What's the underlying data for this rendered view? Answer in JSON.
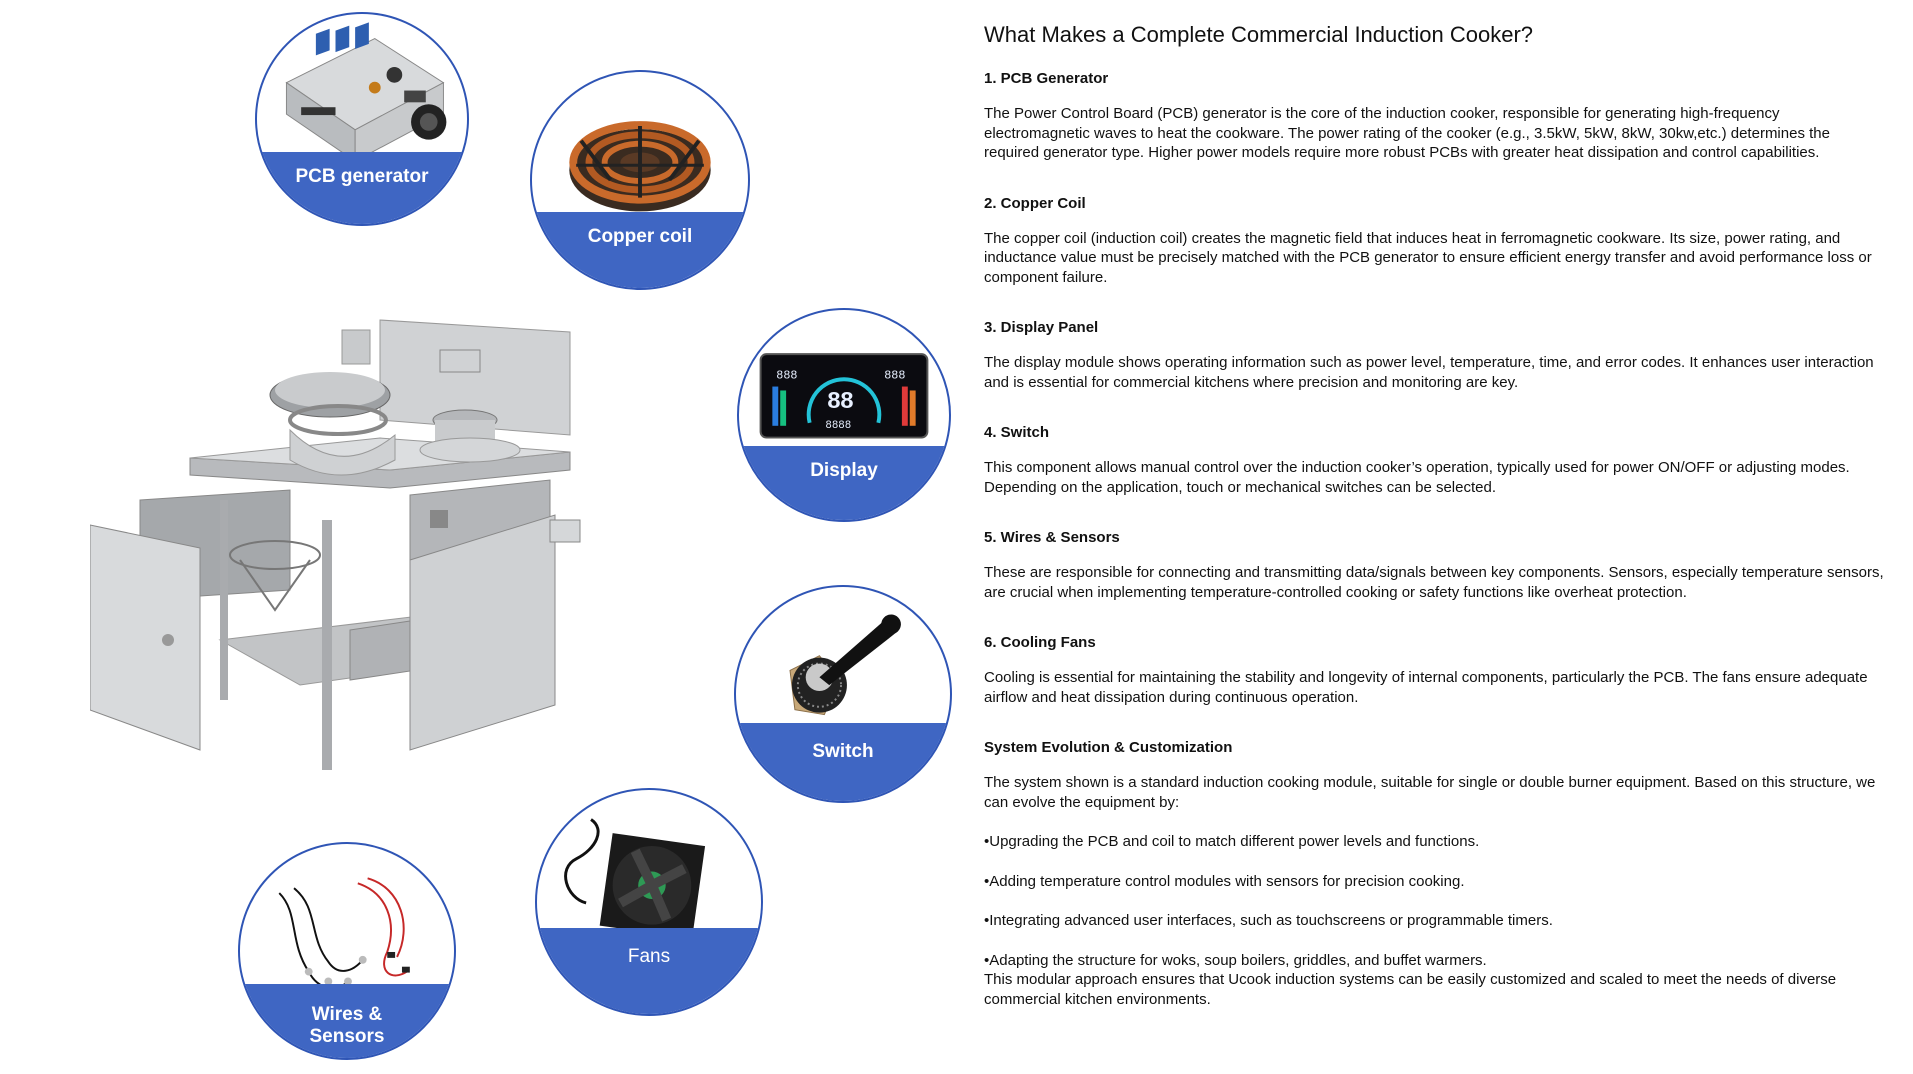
{
  "circles": {
    "pcb": "PCB generator",
    "coil": "Copper coil",
    "display": "Display",
    "switch": "Switch",
    "fans": "Fans",
    "wires_line1": "Wires &",
    "wires_line2": "Sensors"
  },
  "display_panel": {
    "left_readout": "888",
    "right_readout": "888",
    "center_readout": "88",
    "bottom_readout": "8888"
  },
  "title": "What Makes a Complete Commercial Induction Cooker?",
  "sections": [
    {
      "heading": "1. PCB Generator",
      "body": "The Power Control Board (PCB) generator is the core of the induction cooker, responsible for generating high-frequency electromagnetic waves to heat the cookware. The power rating of the cooker (e.g., 3.5kW, 5kW, 8kW, 30kw,etc.) determines the required generator type. Higher power models require more robust PCBs with greater heat dissipation and control capabilities."
    },
    {
      "heading": "2. Copper Coil",
      "body": "The copper coil (induction coil) creates the magnetic field that induces heat in ferromagnetic cookware. Its size, power rating, and inductance value must be precisely matched with the PCB generator to ensure efficient energy transfer and avoid performance loss or component failure."
    },
    {
      "heading": "3. Display Panel",
      "body": "The display module shows operating information such as power level, temperature, time, and error codes. It enhances user interaction and is essential for commercial kitchens where precision and monitoring are key."
    },
    {
      "heading": "4. Switch",
      "body": "This component allows manual control over the induction cooker’s operation, typically used for power ON/OFF or adjusting modes. Depending on the application, touch or mechanical switches can be selected."
    },
    {
      "heading": "5. Wires & Sensors",
      "body": "These are responsible for connecting and transmitting data/signals between key components. Sensors, especially temperature sensors, are crucial when implementing temperature-controlled cooking or safety functions like overheat protection."
    },
    {
      "heading": "6. Cooling Fans",
      "body": "Cooling is essential for maintaining the stability and longevity of internal components, particularly the PCB. The fans ensure adequate airflow and heat dissipation during continuous operation."
    },
    {
      "heading": "System Evolution & Customization",
      "body": "The system shown is a standard induction cooking module, suitable for single or double burner equipment. Based on this structure, we can evolve the equipment by:"
    }
  ],
  "bullets": [
    "•Upgrading the PCB and coil to match different power levels and functions.",
    "•Adding temperature control modules with sensors for precision cooking.",
    "•Integrating advanced user interfaces, such as touchscreens or programmable timers.",
    "•Adapting the structure for woks, soup boilers, griddles, and buffet warmers."
  ],
  "closing": "This modular approach ensures that Ucook induction systems can be easily customized and scaled to meet the needs of diverse commercial kitchen environments."
}
